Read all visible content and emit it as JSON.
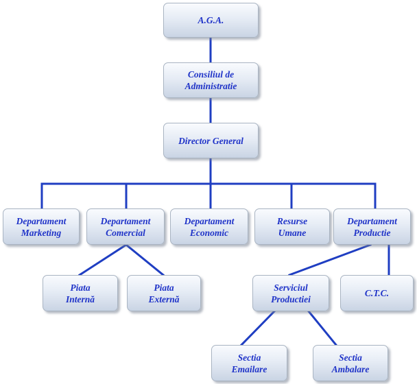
{
  "colors": {
    "line": "#1f3ec2",
    "text": "#1f33c8",
    "box_border": "#a9b4c2"
  },
  "nodes": {
    "aga": {
      "lines": [
        "A.G.A."
      ]
    },
    "consiliu": {
      "lines": [
        "Consiliul de",
        "Administratie"
      ]
    },
    "director": {
      "lines": [
        "Director General"
      ]
    },
    "marketing": {
      "lines": [
        "Departament",
        "Marketing"
      ]
    },
    "comercial": {
      "lines": [
        "Departament",
        "Comercial"
      ]
    },
    "economic": {
      "lines": [
        "Departament",
        "Economic"
      ]
    },
    "resurse": {
      "lines": [
        "Resurse",
        "Umane"
      ]
    },
    "productie": {
      "lines": [
        "Departament",
        "Productie"
      ]
    },
    "interna": {
      "lines": [
        "Piata",
        "Internă"
      ]
    },
    "externa": {
      "lines": [
        "Piata",
        "Externă"
      ]
    },
    "serviciul": {
      "lines": [
        "Serviciul",
        "Productiei"
      ]
    },
    "ctc": {
      "lines": [
        "C.T.C."
      ]
    },
    "emailare": {
      "lines": [
        "Sectia",
        "Emailare"
      ]
    },
    "ambalare": {
      "lines": [
        "Sectia",
        "Ambalare"
      ]
    }
  }
}
